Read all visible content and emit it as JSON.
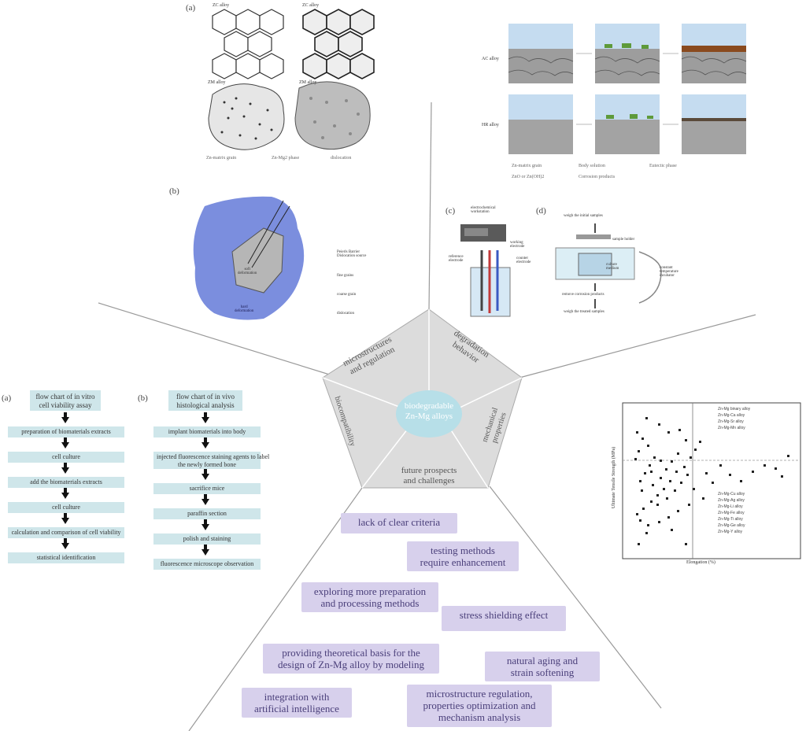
{
  "center": {
    "title": "biodegradable\nZn-Mg alloys"
  },
  "pentagon_labels": {
    "top_left": "microstructures\nand regulation",
    "top_right": "degradation\nbehavior",
    "right": "mechanical\nproperties",
    "bottom": "future prospects\nand challenges",
    "left": "biocompatibility"
  },
  "panel_letters": {
    "a_top": "(a)",
    "b_left": "(b)",
    "c_top": "(c)",
    "d_top": "(d)",
    "a_flow": "(a)",
    "b_flow": "(b)"
  },
  "microstructure": {
    "labels": [
      "ZC alloy",
      "ZC alloy",
      "ZM alloy",
      "ZM alloy"
    ],
    "legend": [
      "Zn-matrix grain",
      "Zn-Mg2 phase",
      "dislocation"
    ]
  },
  "degradation": {
    "row_labels": [
      "AC alloy",
      "HR alloy"
    ],
    "legend": [
      "Zn-matrix grain",
      "Body solution",
      "Eutectic phase",
      "ZnO or Zn(OH)2",
      "Corrosion products"
    ]
  },
  "grain_diagram": {
    "inner_label": "soft\ndeformation",
    "outer_label": "hard\ndeformation",
    "legend": [
      "Peierls Barrier\nDislocation source",
      "fine grains",
      "coarse grain",
      "dislocation"
    ]
  },
  "electrochem": {
    "labels": [
      "electrochemical\nworkstation",
      "working\nelectrode",
      "reference\nelectrode",
      "counter\nelectrode"
    ]
  },
  "immersion": {
    "labels": [
      "weigh the initial samples",
      "sample holder",
      "culture\nmedium",
      "remove corrosion products",
      "weigh the treated samples",
      "constant\ntemperature\nincubator"
    ]
  },
  "flowchart_a": {
    "title": "flow chart of in vitro\ncell viability assay",
    "steps": [
      "preparation of biomaterials extracts",
      "cell culture",
      "add the biomaterials extracts",
      "cell culture",
      "calculation and comparison of cell viability",
      "statistical identification"
    ]
  },
  "flowchart_b": {
    "title": "flow chart of in vivo\nhistological analysis",
    "steps": [
      "implant biomaterials into body",
      "injected fluorescence staining agents to label\nthe newly formed bone",
      "sacrifice mice",
      "paraffin section",
      "polish and staining",
      "fluorescence microscope observation"
    ]
  },
  "scatter": {
    "xlabel": "Elongation (%)",
    "ylabel": "Ultimate Tensile Strength (MPa)",
    "legend": [
      "Zn-Mg binary alloy",
      "Zn-Mg-Ca alloy",
      "Zn-Mg-Sr alloy",
      "Zn-Mg-Mn alloy",
      "Zn-Mg-Cu alloy",
      "Zn-Mg-Ag alloy",
      "Zn-Mg-Li alloy",
      "Zn-Mg-Fe alloy",
      "Zn-Mg-Ti alloy",
      "Zn-Mg-Ge alloy",
      "Zn-Mg-Y alloy"
    ]
  },
  "challenges": [
    "lack of clear criteria",
    "testing methods\nrequire enhancement",
    "exploring more preparation\nand processing methods",
    "stress shielding effect",
    "providing theoretical basis for the\ndesign of Zn-Mg alloy by modeling",
    "natural aging and\nstrain softening",
    "integration with\nartificial intelligence",
    "microstructure regulation,\nproperties optimization and\nmechanism analysis"
  ],
  "colors": {
    "pentagon_fill": "#dcdcdc",
    "center_fill": "#b7dfe8",
    "grain_blue": "#7b8ede",
    "challenge_fill": "#d7d0ec",
    "flow_fill": "#cfe6ea",
    "sky_blue": "#c5dcf0"
  }
}
